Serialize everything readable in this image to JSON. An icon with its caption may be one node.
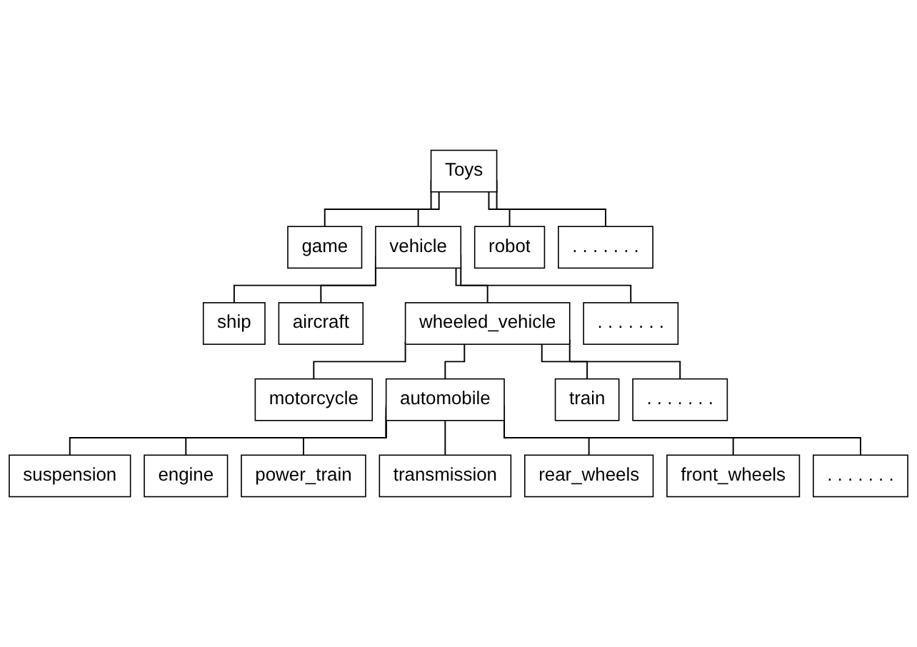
{
  "diagram": {
    "nodes": [
      {
        "text": [
          "Toys"
        ]
      },
      {
        "text": [
          "game"
        ]
      },
      {
        "text": [
          "vehicle"
        ]
      },
      {
        "text": [
          "robot"
        ]
      },
      {
        "text": [
          ". . . . . . ."
        ]
      },
      {
        "text": [
          "ship"
        ]
      },
      {
        "text": [
          "aircraft"
        ]
      },
      {
        "text": [
          "wheeled_vehicle"
        ]
      },
      {
        "text": [
          ". . . . . . ."
        ]
      },
      {
        "text": [
          "motorcycle"
        ]
      },
      {
        "text": [
          "automobile"
        ]
      },
      {
        "text": [
          "train"
        ]
      },
      {
        "text": [
          ". . . . . . ."
        ]
      },
      {
        "text": [
          "suspension"
        ]
      },
      {
        "text": [
          "engine"
        ]
      },
      {
        "text": [
          "power_train"
        ]
      },
      {
        "text": [
          "transmission"
        ]
      },
      {
        "text": [
          "rear_wheels"
        ]
      },
      {
        "text": [
          "front_wheels"
        ]
      },
      {
        "text": [
          ". . . . . . ."
        ]
      }
    ],
    "edges": [
      {
        "from": 0,
        "to": 1,
        "arrow": "none"
      },
      {
        "from": 0,
        "to": 2,
        "arrow": "none"
      },
      {
        "from": 0,
        "to": 3,
        "arrow": "none"
      },
      {
        "from": 0,
        "to": 4,
        "arrow": "none"
      },
      {
        "from": 2,
        "to": 5,
        "arrow": "none"
      },
      {
        "from": 2,
        "to": 6,
        "arrow": "none"
      },
      {
        "from": 2,
        "to": 7,
        "arrow": "none"
      },
      {
        "from": 2,
        "to": 8,
        "arrow": "none"
      },
      {
        "from": 7,
        "to": 9,
        "arrow": "none"
      },
      {
        "from": 7,
        "to": 10,
        "arrow": "none"
      },
      {
        "from": 7,
        "to": 11,
        "arrow": "none"
      },
      {
        "from": 7,
        "to": 12,
        "arrow": "none"
      },
      {
        "from": 10,
        "to": 13,
        "arrow": "none"
      },
      {
        "from": 10,
        "to": 14,
        "arrow": "none"
      },
      {
        "from": 10,
        "to": 15,
        "arrow": "none"
      },
      {
        "from": 10,
        "to": 16,
        "arrow": "none"
      },
      {
        "from": 10,
        "to": 17,
        "arrow": "none"
      },
      {
        "from": 10,
        "to": 18,
        "arrow": "none"
      },
      {
        "from": 10,
        "to": 19,
        "arrow": "none"
      }
    ]
  }
}
